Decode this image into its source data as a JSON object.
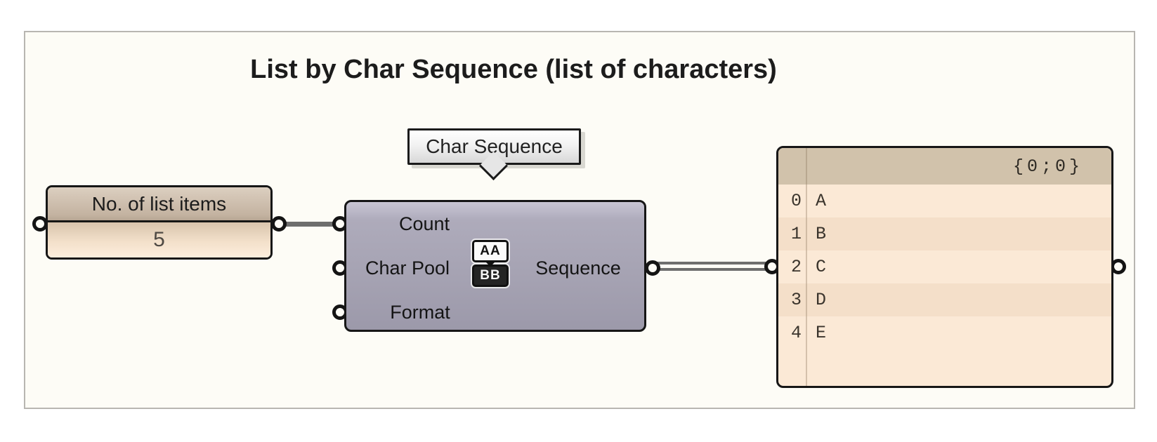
{
  "title": "List by Char Sequence (list of characters)",
  "balloon": {
    "label": "Char Sequence"
  },
  "number_panel": {
    "name": "No. of list items",
    "value": "5"
  },
  "component": {
    "inputs": [
      "Count",
      "Char Pool",
      "Format"
    ],
    "output": "Sequence",
    "icon_top": "AA",
    "icon_bottom": "BB"
  },
  "output_panel": {
    "path": "{0;0}",
    "rows": [
      {
        "index": "0",
        "value": "A"
      },
      {
        "index": "1",
        "value": "B"
      },
      {
        "index": "2",
        "value": "C"
      },
      {
        "index": "3",
        "value": "D"
      },
      {
        "index": "4",
        "value": "E"
      }
    ]
  },
  "colors": {
    "canvas_bg": "#fdfcf6",
    "frame_border": "#b8b6b1",
    "node_border": "#161616",
    "panel_tan": "#c3b2a0",
    "panel_cream": "#fdeedd",
    "component_fill": "#a5a2b2",
    "output_header": "#d1c2ab",
    "row_light": "#fbe9d6",
    "row_dark": "#f4dfc9",
    "wire": "#6e6e6e"
  }
}
